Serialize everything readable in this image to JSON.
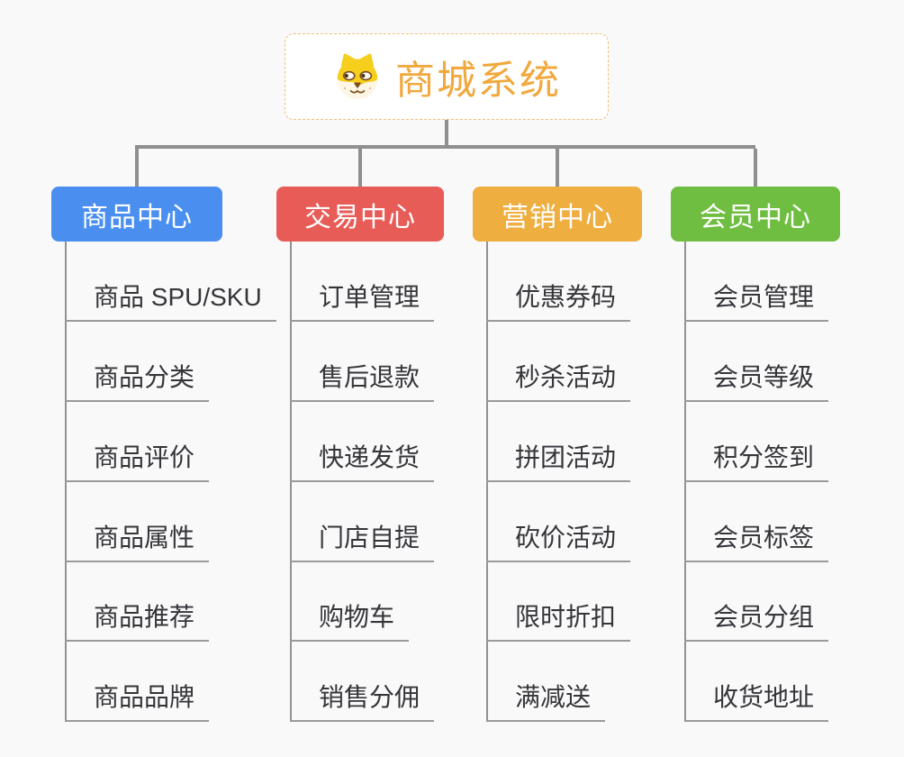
{
  "root": {
    "title": "商城系统",
    "icon": "doge-icon",
    "accent_color": "#f1a83d",
    "border_color": "#f0bf78"
  },
  "connector_color": "#8f8f8f",
  "branches": [
    {
      "label": "商品中心",
      "color": "#4a8ff0",
      "items": [
        "商品 SPU/SKU",
        "商品分类",
        "商品评价",
        "商品属性",
        "商品推荐",
        "商品品牌"
      ]
    },
    {
      "label": "交易中心",
      "color": "#e85c58",
      "items": [
        "订单管理",
        "售后退款",
        "快递发货",
        "门店自提",
        "购物车",
        "销售分佣"
      ]
    },
    {
      "label": "营销中心",
      "color": "#eeae40",
      "items": [
        "优惠券码",
        "秒杀活动",
        "拼团活动",
        "砍价活动",
        "限时折扣",
        "满减送"
      ]
    },
    {
      "label": "会员中心",
      "color": "#6fbe41",
      "items": [
        "会员管理",
        "会员等级",
        "积分签到",
        "会员标签",
        "会员分组",
        "收货地址"
      ]
    }
  ]
}
